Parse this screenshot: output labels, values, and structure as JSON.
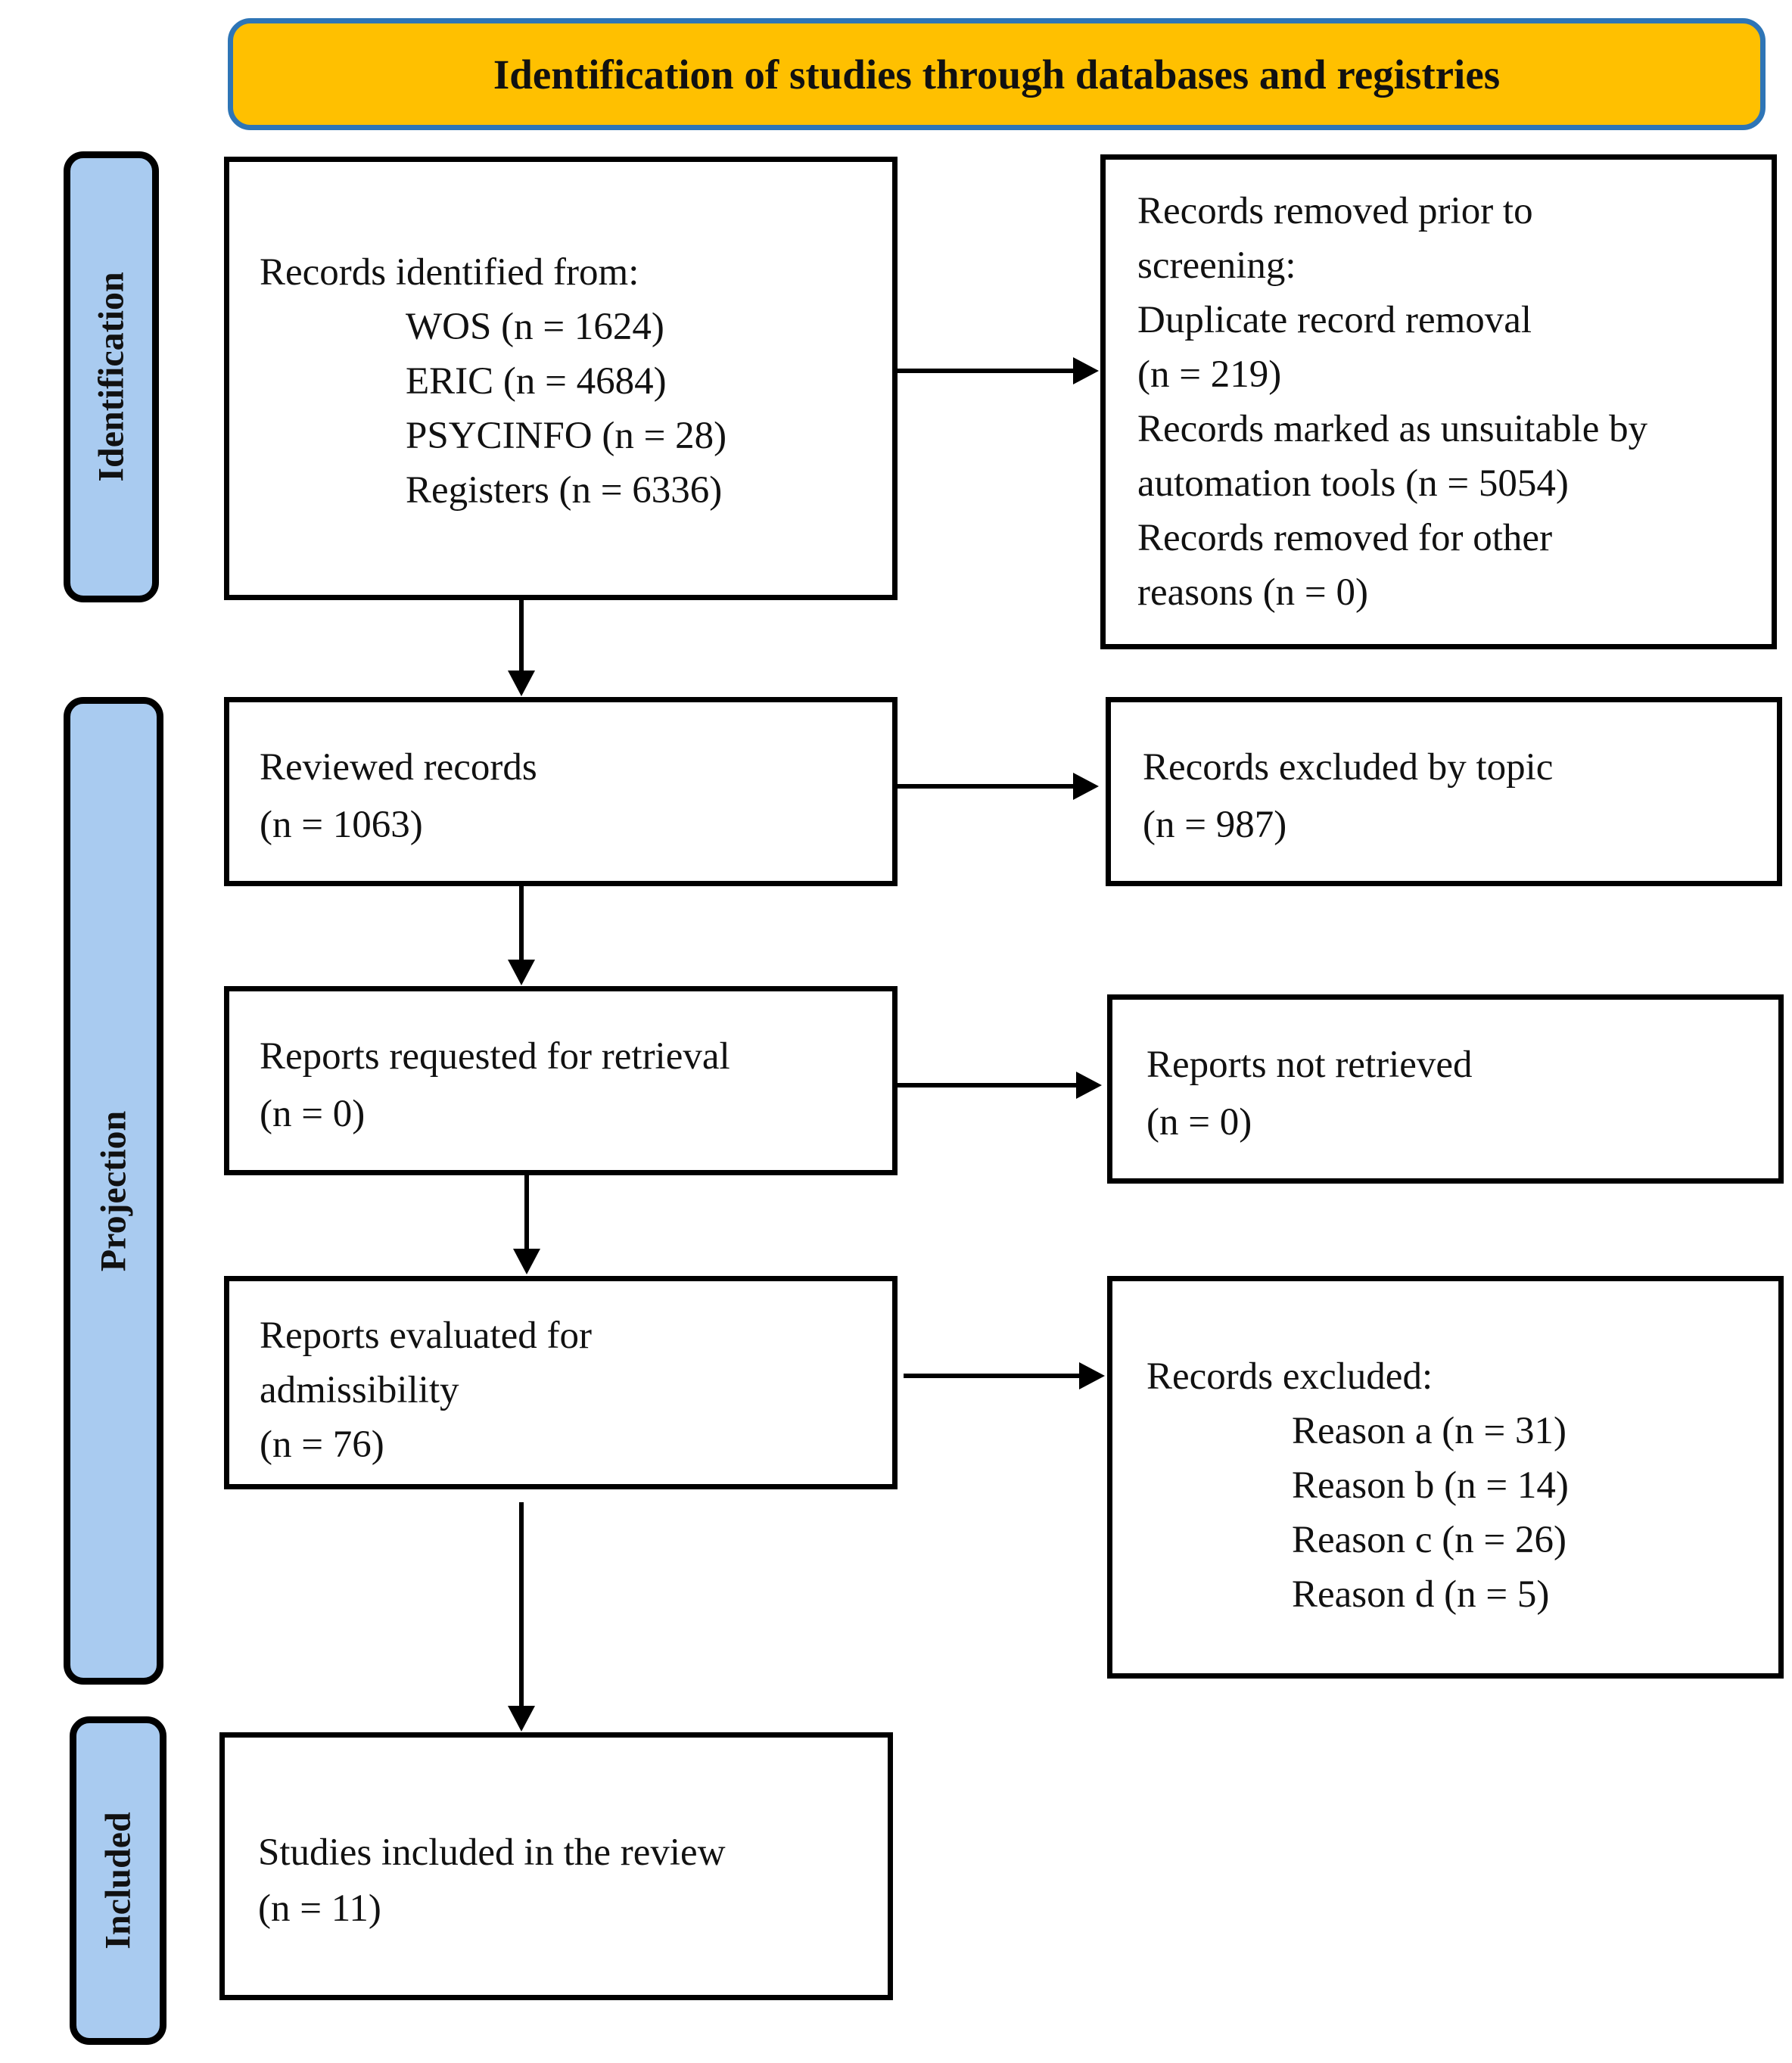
{
  "header": {
    "title": "Identification of studies through databases and registries"
  },
  "phases": {
    "identification": "Identification",
    "projection": "Projection",
    "included": "Included"
  },
  "identified": {
    "title": "Records identified from:",
    "sources": [
      "WOS (n = 1624)",
      "ERIC (n = 4684)",
      "PSYCINFO (n = 28)",
      "Registers (n = 6336)"
    ]
  },
  "removed": {
    "lines": [
      "Records removed prior to",
      "screening:",
      "Duplicate record removal",
      "(n = 219)",
      "Records marked as unsuitable by",
      "automation tools (n = 5054)",
      "Records removed for other",
      "reasons (n = 0)"
    ]
  },
  "reviewed": {
    "label": "Reviewed records",
    "count": "(n = 1063)"
  },
  "excluded_topic": {
    "label": "Records excluded by topic",
    "count": "(n = 987)"
  },
  "requested": {
    "label": "Reports requested for retrieval",
    "count": "(n = 0)"
  },
  "not_retrieved": {
    "label": "Reports not retrieved",
    "count": "(n = 0)"
  },
  "evaluated": {
    "label_line1": "Reports evaluated for",
    "label_line2": "admissibility",
    "count": "(n = 76)"
  },
  "excluded": {
    "title": "Records excluded:",
    "reasons": [
      "Reason a (n = 31)",
      "Reason b (n = 14)",
      "Reason c (n = 26)",
      "Reason d (n = 5)"
    ]
  },
  "included": {
    "label": "Studies included in the review",
    "count": "(n = 11)"
  }
}
